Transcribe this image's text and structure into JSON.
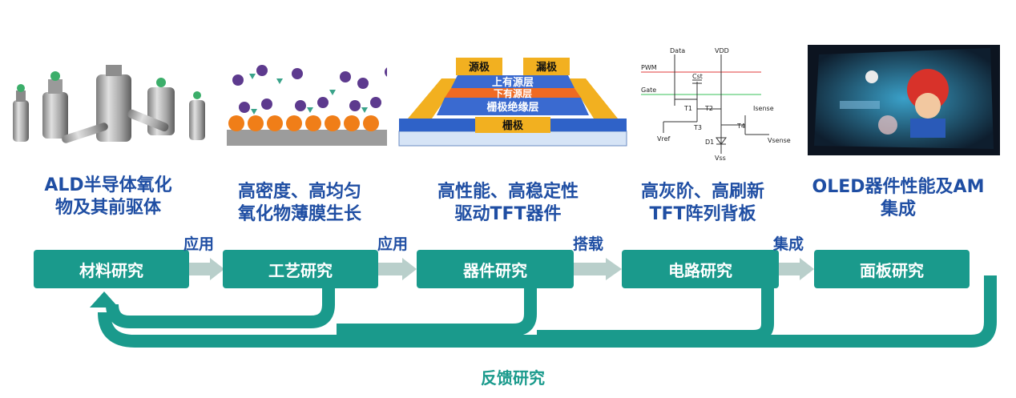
{
  "titles": {
    "t1_l1": "ALD半导体氧化",
    "t1_l2": "物及其前驱体",
    "t2_l1": "高密度、高均匀",
    "t2_l2": "氧化物薄膜生长",
    "t3_l1": "高性能、高稳定性",
    "t3_l2": "驱动TFT器件",
    "t4_l1": "高灰阶、高刷新",
    "t4_l2": "TFT阵列背板",
    "t5_l1": "OLED器件性能及AM",
    "t5_l2": "集成"
  },
  "stages": {
    "s1": "材料研究",
    "s2": "工艺研究",
    "s3": "器件研究",
    "s4": "电路研究",
    "s5": "面板研究"
  },
  "connectors": {
    "c1": "应用",
    "c2": "应用",
    "c3": "搭载",
    "c4": "集成"
  },
  "feedback": "反馈研究",
  "tft_layers": {
    "source": "源极",
    "drain": "漏极",
    "upper": "上有源层",
    "lower": "下有源层",
    "insulator": "栅极绝缘层",
    "gate": "栅极"
  },
  "circuit_labels": {
    "data": "Data",
    "vdd": "VDD",
    "pwm": "PWM",
    "gate": "Gate",
    "cst": "Cst",
    "t1": "T1",
    "t2": "T2",
    "t3": "T3",
    "t4": "T4",
    "isense": "Isense",
    "vref": "Vref",
    "d1": "D1",
    "vss": "Vss",
    "vsense": "Vsense"
  },
  "colors": {
    "teal": "#1a9a8c",
    "title_blue": "#1f4ea3",
    "arrow_gray": "#b9cfcb"
  }
}
